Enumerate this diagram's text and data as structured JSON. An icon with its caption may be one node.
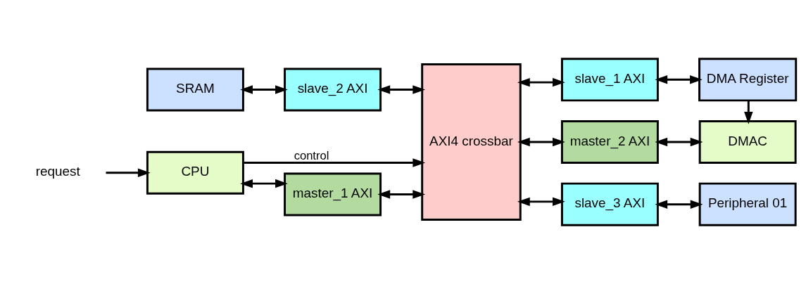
{
  "diagram": {
    "nodes": [
      {
        "text": [
          "CPU"
        ]
      },
      {
        "text": [
          "master_1 AXI"
        ]
      },
      {
        "text": [
          "AXI4 crossbar"
        ]
      },
      {
        "text": [
          "master_2 AXI"
        ]
      },
      {
        "text": [
          "DMAC"
        ]
      },
      {
        "text": [
          "SRAM"
        ]
      },
      {
        "text": [
          "slave_2 AXI"
        ]
      },
      {
        "text": [
          "slave_1 AXI"
        ]
      },
      {
        "text": [
          "DMA Register"
        ]
      },
      {
        "text": [
          "slave_3 AXI"
        ]
      },
      {
        "text": [
          "Peripheral 01"
        ]
      },
      {
        "text": [
          "request"
        ]
      }
    ],
    "edges": [
      {
        "from": 11,
        "to": 0,
        "arrow": "to"
      },
      {
        "from": 0,
        "to": 2,
        "arrow": "to",
        "label": "control"
      },
      {
        "from": 0,
        "to": 1,
        "arrow": "both"
      },
      {
        "from": 1,
        "to": 2,
        "arrow": "both"
      },
      {
        "from": 2,
        "to": 3,
        "arrow": "both"
      },
      {
        "from": 3,
        "to": 4,
        "arrow": "both"
      },
      {
        "from": 5,
        "to": 6,
        "arrow": "both"
      },
      {
        "from": 6,
        "to": 2,
        "arrow": "both"
      },
      {
        "from": 2,
        "to": 7,
        "arrow": "both"
      },
      {
        "from": 7,
        "to": 8,
        "arrow": "both"
      },
      {
        "from": 8,
        "to": 4,
        "arrow": "to"
      },
      {
        "from": 2,
        "to": 9,
        "arrow": "both"
      },
      {
        "from": 9,
        "to": 10,
        "arrow": "both"
      }
    ]
  }
}
